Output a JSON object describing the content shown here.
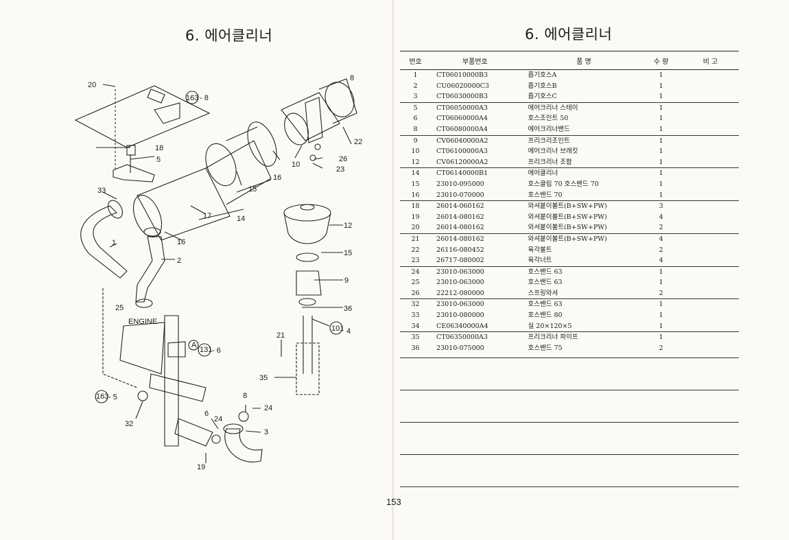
{
  "left": {
    "title": "6. 에어클리너",
    "callouts": {
      "c20": "20",
      "c163a": "163",
      "c8a": "- 8",
      "c18": "18",
      "c5": "5",
      "c33": "33",
      "c1": "1",
      "c16a": "16",
      "c2": "2",
      "c15a": "15",
      "c16b": "16",
      "c14": "14",
      "c17": "17",
      "c10": "10",
      "c8b": "8",
      "c22": "22",
      "c26": "26",
      "c23": "23",
      "c12": "12",
      "c15b": "15",
      "c9": "9",
      "c36": "36",
      "c101": "101",
      "c4": "4",
      "c25": "25",
      "engine": "ENGINE",
      "cA": "A",
      "c131": "131",
      "c6a": "- 6",
      "c21": "21",
      "c35": "35",
      "c163b": "163",
      "c5b": "- 5",
      "c32": "32",
      "c8c": "8",
      "c24a": "24",
      "c6b": "6",
      "c24b": "24",
      "c3": "3",
      "c19": "19"
    }
  },
  "right": {
    "title": "6. 에어클리너",
    "headers": {
      "no": "번호",
      "part": "부품번호",
      "name": "품    명",
      "qty": "수    량",
      "note": "비  고"
    },
    "rows": [
      {
        "no": "1",
        "part": "CT06010000B3",
        "name": "흡기호스A",
        "qty": "1"
      },
      {
        "no": "2",
        "part": "CU06020000C3",
        "name": "흡기호스B",
        "qty": "1"
      },
      {
        "no": "3",
        "part": "CT06030000B3",
        "name": "흡기호스C",
        "qty": "1"
      },
      {
        "no": "5",
        "part": "CT06050000A3",
        "name": "에어크리너 스테이",
        "qty": "1"
      },
      {
        "no": "6",
        "part": "CT06060000A4",
        "name": "호스조인트 50",
        "qty": "1"
      },
      {
        "no": "8",
        "part": "CT06080000A4",
        "name": "에어크리너밴드",
        "qty": "1"
      },
      {
        "no": "9",
        "part": "CV06040000A2",
        "name": "프리크리조인트",
        "qty": "1"
      },
      {
        "no": "10",
        "part": "CT06100000A3",
        "name": "에어크리너 브래킷",
        "qty": "1"
      },
      {
        "no": "12",
        "part": "CV06120000A2",
        "name": "프리크리너 조합",
        "qty": "1"
      },
      {
        "no": "14",
        "part": "CT06140000B1",
        "name": "에어클리너",
        "qty": "1"
      },
      {
        "no": "15",
        "part": "23010-095000",
        "name": "호스클립 70 호스밴드 70",
        "qty": "1"
      },
      {
        "no": "16",
        "part": "23010-070000",
        "name": "호스밴드 70",
        "qty": "1"
      },
      {
        "no": "18",
        "part": "26014-060162",
        "name": "와셔붙이볼트(B+SW+PW)",
        "qty": "3"
      },
      {
        "no": "19",
        "part": "26014-080162",
        "name": "와셔붙이볼트(B+SW+PW)",
        "qty": "4"
      },
      {
        "no": "20",
        "part": "26014-080162",
        "name": "와셔붙이볼트(B+SW+PW)",
        "qty": "2"
      },
      {
        "no": "21",
        "part": "26014-080162",
        "name": "와셔붙이볼트(B+SW+PW)",
        "qty": "4"
      },
      {
        "no": "22",
        "part": "26116-080452",
        "name": "육각볼트",
        "qty": "2"
      },
      {
        "no": "23",
        "part": "26717-080002",
        "name": "육각너트",
        "qty": "4"
      },
      {
        "no": "24",
        "part": "23010-063000",
        "name": "호스밴드 63",
        "qty": "1"
      },
      {
        "no": "25",
        "part": "23010-063000",
        "name": "호스밴드 63",
        "qty": "1"
      },
      {
        "no": "26",
        "part": "22212-080000",
        "name": "스프링와셔",
        "qty": "2"
      },
      {
        "no": "32",
        "part": "23010-063000",
        "name": "호스밴드 63",
        "qty": "1"
      },
      {
        "no": "33",
        "part": "23010-080000",
        "name": "호스밴드 80",
        "qty": "1"
      },
      {
        "no": "34",
        "part": "CE06340000A4",
        "name": "실 20×120×5",
        "qty": "1"
      },
      {
        "no": "35",
        "part": "CT06350000A3",
        "name": "프리크리너 파이프",
        "qty": "1"
      },
      {
        "no": "36",
        "part": "23010-075000",
        "name": "호스밴드 75",
        "qty": "2"
      }
    ],
    "page_number": "153"
  }
}
